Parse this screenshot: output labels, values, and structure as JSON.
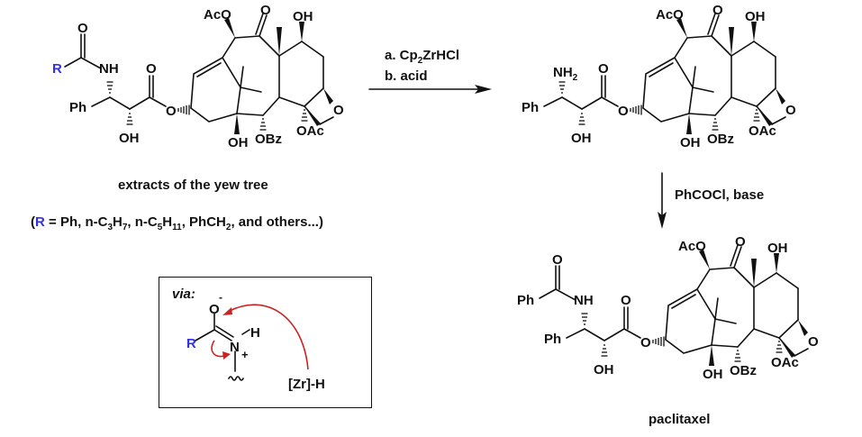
{
  "scheme": {
    "starting_material": {
      "side_chain_label": "R",
      "amide_nitrogen": "NH",
      "caption": "extracts of the yew tree",
      "r_definition": {
        "open": "(",
        "r": "R",
        "text_before_sub1": " = Ph, n-C",
        "sub1": "3",
        "text_h1": "H",
        "sub2": "7",
        "text_mid": ", n-C",
        "sub3": "5",
        "text_h2": "H",
        "sub4": "11",
        "text_benzyl": ", PhCH",
        "sub5": "2",
        "text_end": ", and others...)"
      }
    },
    "step1": {
      "reagent_a": "a. Cp",
      "reagent_a_sub": "2",
      "reagent_a_rest": "ZrHCl",
      "reagent_b": "b. acid",
      "direction": "right"
    },
    "intermediate": {
      "amine_label": "NH",
      "amine_sub": "2"
    },
    "step2": {
      "reagent": "PhCOCl, base",
      "direction": "down"
    },
    "product": {
      "side_chain_label": "Ph",
      "amide_nitrogen": "NH",
      "caption": "paclitaxel"
    },
    "common_labels": {
      "ph": "Ph",
      "oh": "OH",
      "o": "O",
      "aco": "AcO",
      "obz": "OBz",
      "oac": "OAc"
    },
    "mechanism": {
      "title": "via:",
      "r": "R",
      "oxygen": "O",
      "charge_minus": "-",
      "nitrogen": "N",
      "charge_plus": "+",
      "h": "H",
      "hydride": "[Zr]-H"
    },
    "colors": {
      "r_group": "#3333dd",
      "mechanism_arrows": "#cc2222",
      "ink": "#111111"
    }
  }
}
